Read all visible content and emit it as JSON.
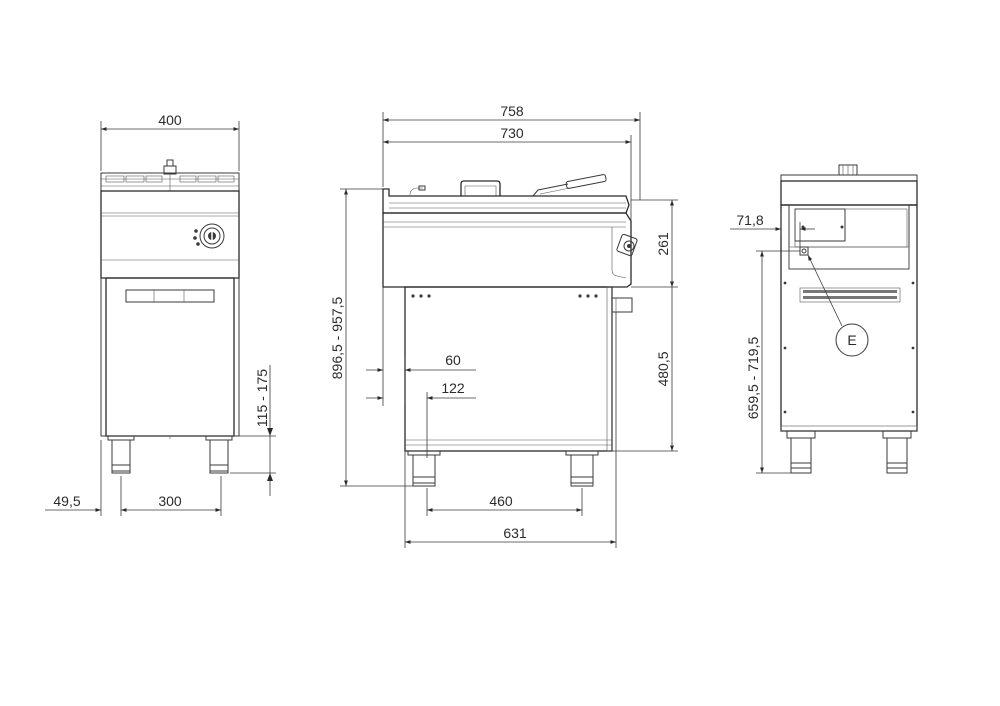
{
  "front_view": {
    "width_label": "400",
    "leg_offset_label": "49,5",
    "leg_span_label": "300",
    "foot_height_label": "115 - 175"
  },
  "side_view": {
    "overall_depth_label": "758",
    "top_depth_label": "730",
    "control_panel_height_label": "261",
    "overall_height_label": "896,5 - 957,5",
    "cabinet_height_label": "480,5",
    "inset_label_1": "60",
    "inset_label_2": "122",
    "leg_span_label": "460",
    "base_depth_label": "631"
  },
  "rear_view": {
    "connection_offset_label": "71,8",
    "connection_height_label": "659,5 - 719,5",
    "connection_marker": "E"
  }
}
